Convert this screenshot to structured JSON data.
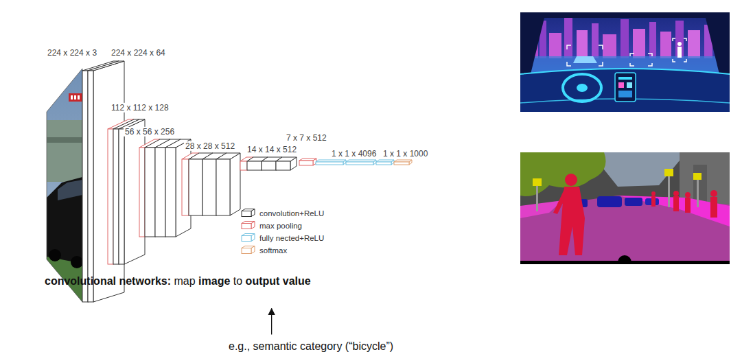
{
  "diagram": {
    "labels": [
      "224 x 224 x 3",
      "224 x 224 x 64",
      "112 x 112 x 128",
      "56 x 56 x 256",
      "28 x 28 x 512",
      "14 x 14 x 512",
      "7 x 7 x 512",
      "1 x 1 x 4096",
      "1 x 1 x 1000",
      "convolutional networks:",
      "map",
      "image",
      "to",
      "output value",
      "e.g., semantic category (“bicycle”)"
    ],
    "legend": [
      {
        "text": "convolution+ReLU"
      },
      {
        "text": "max pooling"
      },
      {
        "text": "fully nected+ReLU"
      },
      {
        "text": "softmax"
      }
    ]
  }
}
